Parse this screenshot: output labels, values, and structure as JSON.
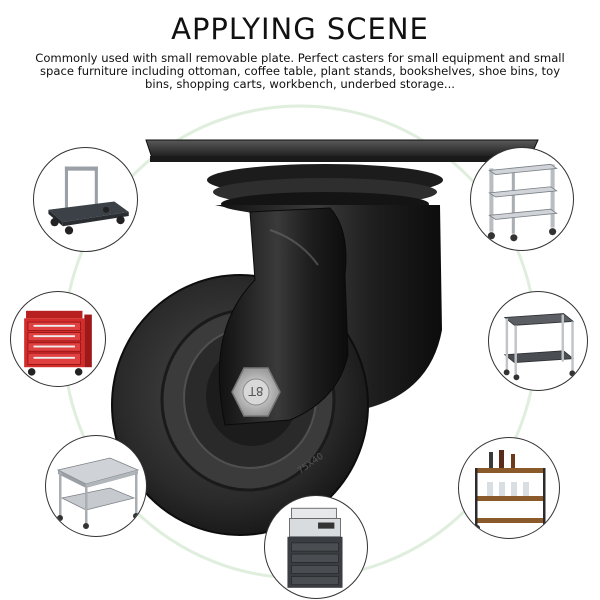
{
  "title": "APPLYING SCENE",
  "description": "Commonly used with small removable plate. Perfect casters for small equipment and small space furniture including ottoman, coffee table, plant stands, bookshelves, shoe bins, toy bins, shopping carts, workbench, underbed storage...",
  "product": {
    "name": "swivel caster wheel",
    "bolt_marking": "8T",
    "wheel_marking": "75X40"
  },
  "scenes": [
    {
      "name": "platform-hand-truck"
    },
    {
      "name": "stainless-shelf-cart"
    },
    {
      "name": "red-tool-chest"
    },
    {
      "name": "side-table-cart"
    },
    {
      "name": "stainless-work-table"
    },
    {
      "name": "multifunction-printer"
    },
    {
      "name": "wooden-bar-cart"
    }
  ],
  "colors": {
    "ring": "#dfeedd",
    "caster_body": "#2b2b2b",
    "tool_chest": "#d42b2b",
    "bar_cart_wood": "#8b5a2b"
  }
}
